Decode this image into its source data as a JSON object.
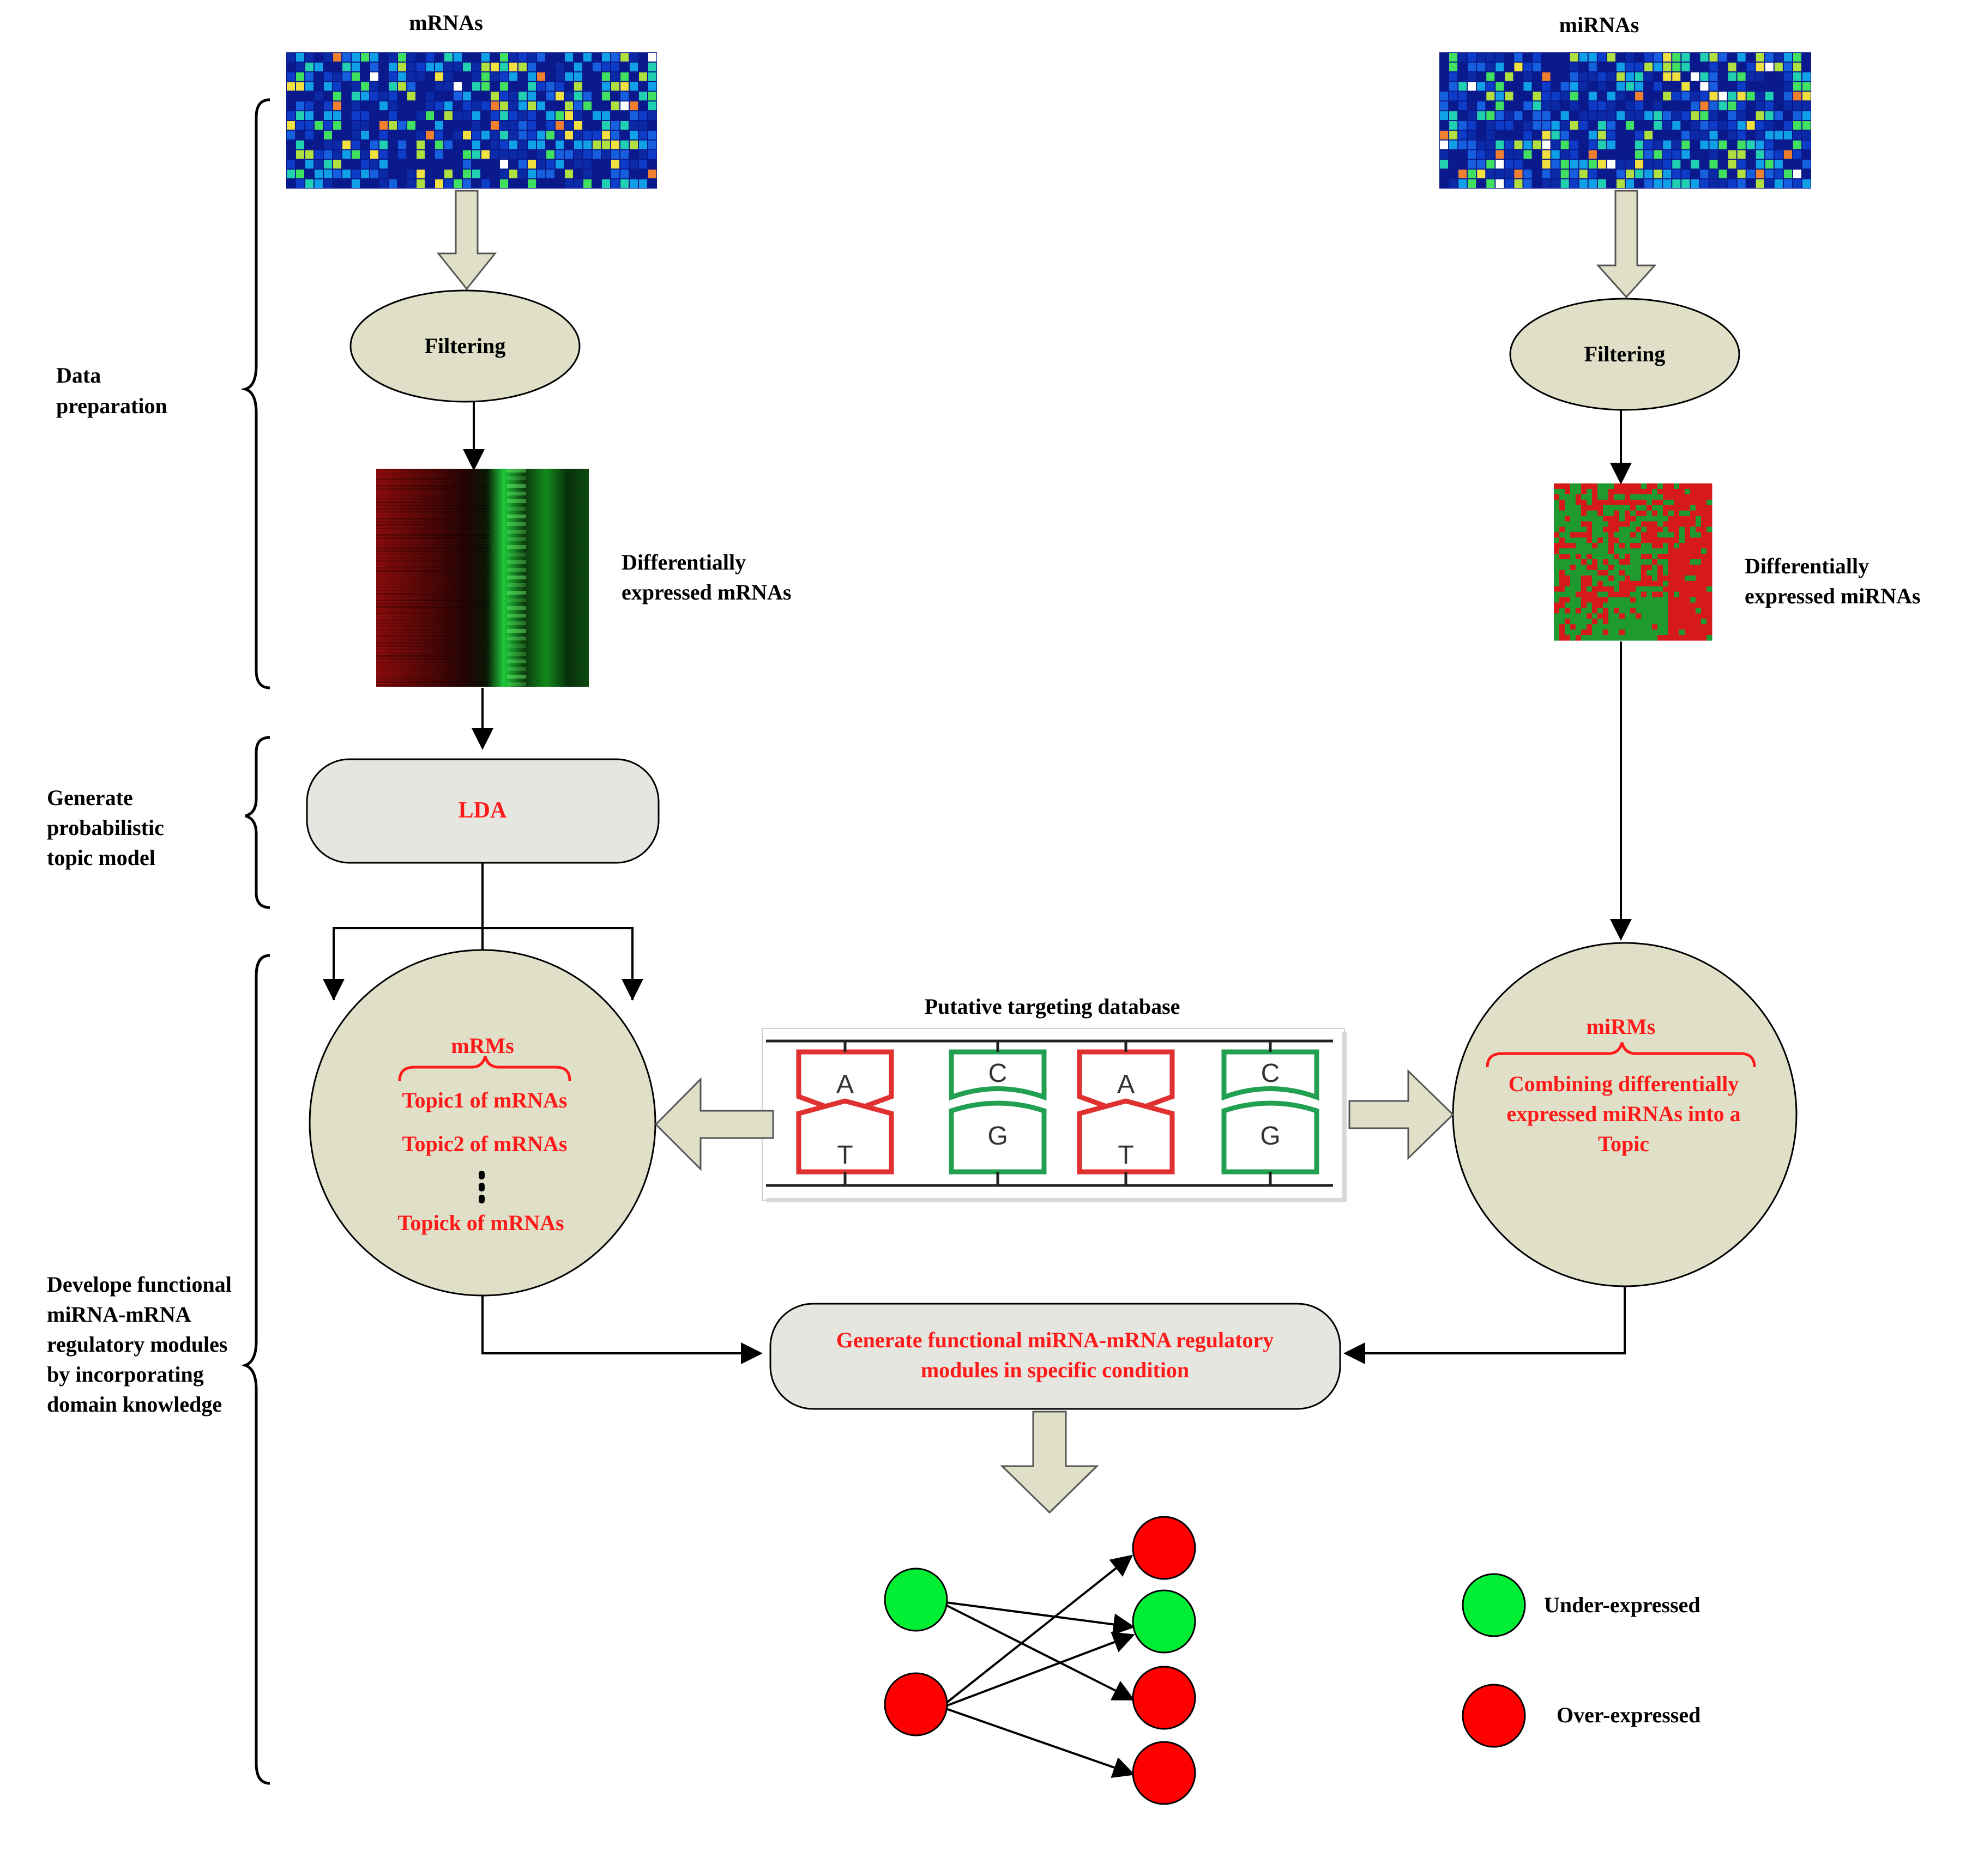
{
  "inputs": {
    "mrna_title": "mRNAs",
    "mirna_title": "miRNAs"
  },
  "steps": {
    "filtering_left": "Filtering",
    "filtering_right": "Filtering",
    "de_mrna_line1": "Differentially",
    "de_mrna_line2": "expressed mRNAs",
    "de_mirna_line1": "Differentially",
    "de_mirna_line2": "expressed miRNAs",
    "lda": "LDA"
  },
  "phases": {
    "data_prep_line1": "Data",
    "data_prep_line2": "preparation",
    "topic_line1": "Generate",
    "topic_line2": "probabilistic",
    "topic_line3": "topic model",
    "develop_line1": "Develope functional",
    "develop_line2": "miRNA-mRNA",
    "develop_line3": "regulatory modules",
    "develop_line4": "by incorporating",
    "develop_line5": "domain knowledge"
  },
  "mrms": {
    "title": "mRMs",
    "topic1": "Topic1 of mRNAs",
    "topic2": "Topic2 of mRNAs",
    "topick": "Topick of mRNAs"
  },
  "mirms": {
    "title": "miRMs",
    "line1": "Combining differentially",
    "line2": "expressed miRNAs into a",
    "line3": "Topic"
  },
  "database": {
    "title": "Putative targeting database",
    "bases_top": [
      "A",
      "C",
      "A",
      "C"
    ],
    "bases_bottom": [
      "T",
      "G",
      "T",
      "G"
    ]
  },
  "generate": {
    "line1": "Generate functional miRNA-mRNA regulatory",
    "line2": "modules in specific condition"
  },
  "legend": {
    "under": "Under-expressed",
    "over": "Over-expressed"
  },
  "colors": {
    "accent_red": "#ff1a1a",
    "node_red": "#ff0000",
    "node_green": "#00ee33",
    "shape_fill": "#e0e0c8",
    "box_fill": "#e6e6e0",
    "arrow_fill": "#e0e0c8",
    "base_red": "#e03030",
    "base_green": "#20a050"
  }
}
